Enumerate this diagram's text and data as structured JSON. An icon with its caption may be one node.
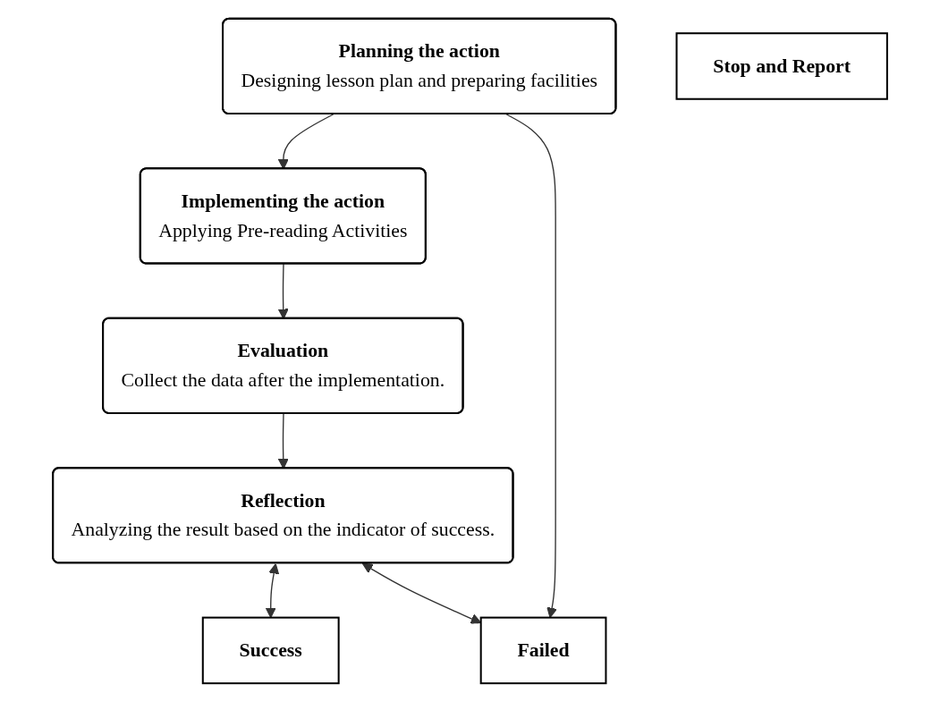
{
  "diagram": {
    "nodes": [
      {
        "text": [
          "Planning the action",
          "Designing lesson plan and preparing facilities"
        ]
      },
      {
        "text": [
          "Implementing the action",
          "Applying Pre-reading Activities"
        ]
      },
      {
        "text": [
          "Evaluation",
          "Collect the data after the implementation."
        ]
      },
      {
        "text": [
          "Reflection",
          "Analyzing the result based on the indicator of success."
        ]
      },
      {
        "text": [
          "Success"
        ]
      },
      {
        "text": [
          "Failed"
        ]
      },
      {
        "text": [
          "Stop and Report"
        ]
      }
    ],
    "edges": [
      {
        "from": 0,
        "to": 1,
        "arrow": "to"
      },
      {
        "from": 1,
        "to": 2,
        "arrow": "to"
      },
      {
        "from": 2,
        "to": 3,
        "arrow": "to"
      },
      {
        "from": 0,
        "to": 5,
        "arrow": "to"
      },
      {
        "from": 3,
        "to": 4,
        "arrow": "both"
      },
      {
        "from": 3,
        "to": 5,
        "arrow": "both"
      }
    ]
  }
}
